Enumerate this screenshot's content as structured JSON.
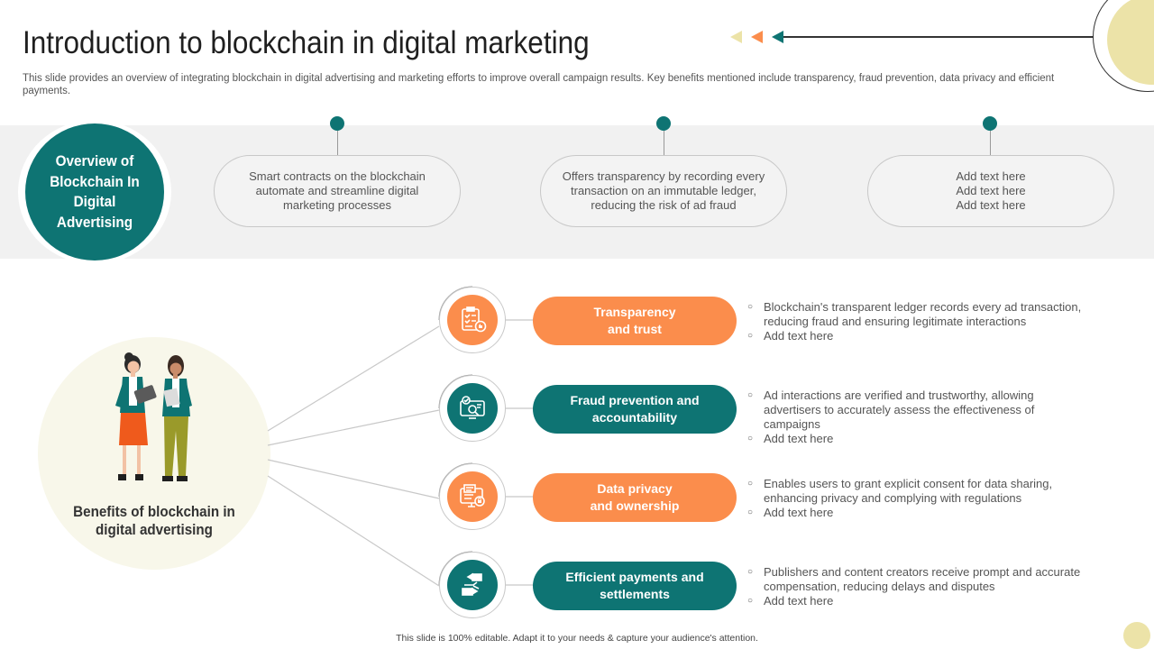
{
  "header": {
    "title": "Introduction to blockchain in digital marketing",
    "subtitle": "This slide provides an overview of integrating blockchain in digital advertising and marketing efforts to improve overall campaign results. Key benefits mentioned include transparency, fraud prevention, data privacy and efficient payments."
  },
  "overview": {
    "heading": "Overview of Blockchain In Digital Advertising",
    "cards": [
      [
        "Smart contracts on the blockchain",
        "automate and streamline digital",
        "marketing processes"
      ],
      [
        "Offers transparency by recording every",
        "transaction on an immutable ledger,",
        "reducing the risk of ad fraud"
      ],
      [
        "Add text here",
        "Add text here",
        "Add text here"
      ]
    ]
  },
  "benefits": {
    "heading": "Benefits of blockchain in digital advertising",
    "items": [
      {
        "label": [
          "Transparency",
          "and trust"
        ],
        "color": "#fb8d4c",
        "icon": "checklist-like-icon",
        "bullets": [
          "Blockchain's transparent ledger records every ad transaction, reducing fraud and ensuring legitimate interactions",
          "Add text here"
        ]
      },
      {
        "label": [
          "Fraud prevention and",
          "accountability"
        ],
        "color": "#0e7473",
        "icon": "verified-search-icon",
        "bullets": [
          "Ad interactions are verified  and trustworthy, allowing advertisers to accurately assess the effectiveness  of campaigns",
          "Add text here"
        ]
      },
      {
        "label": [
          "Data privacy",
          "and ownership"
        ],
        "color": "#fb8d4c",
        "icon": "secure-data-icon",
        "bullets": [
          "Enables users to grant explicit consent for data sharing, enhancing privacy and complying with regulations",
          "Add text here"
        ]
      },
      {
        "label": [
          "Efficient payments and",
          "settlements"
        ],
        "color": "#0e7473",
        "icon": "payment-exchange-icon",
        "bullets": [
          "Publishers and content creators receive prompt and accurate compensation, reducing delays and disputes",
          "Add text here"
        ]
      }
    ]
  },
  "footer": "This slide is 100% editable.  Adapt it to your needs & capture your audience's attention.",
  "colors": {
    "teal": "#0e7473",
    "orange": "#fb8d4c",
    "cream": "#ece3a8"
  }
}
